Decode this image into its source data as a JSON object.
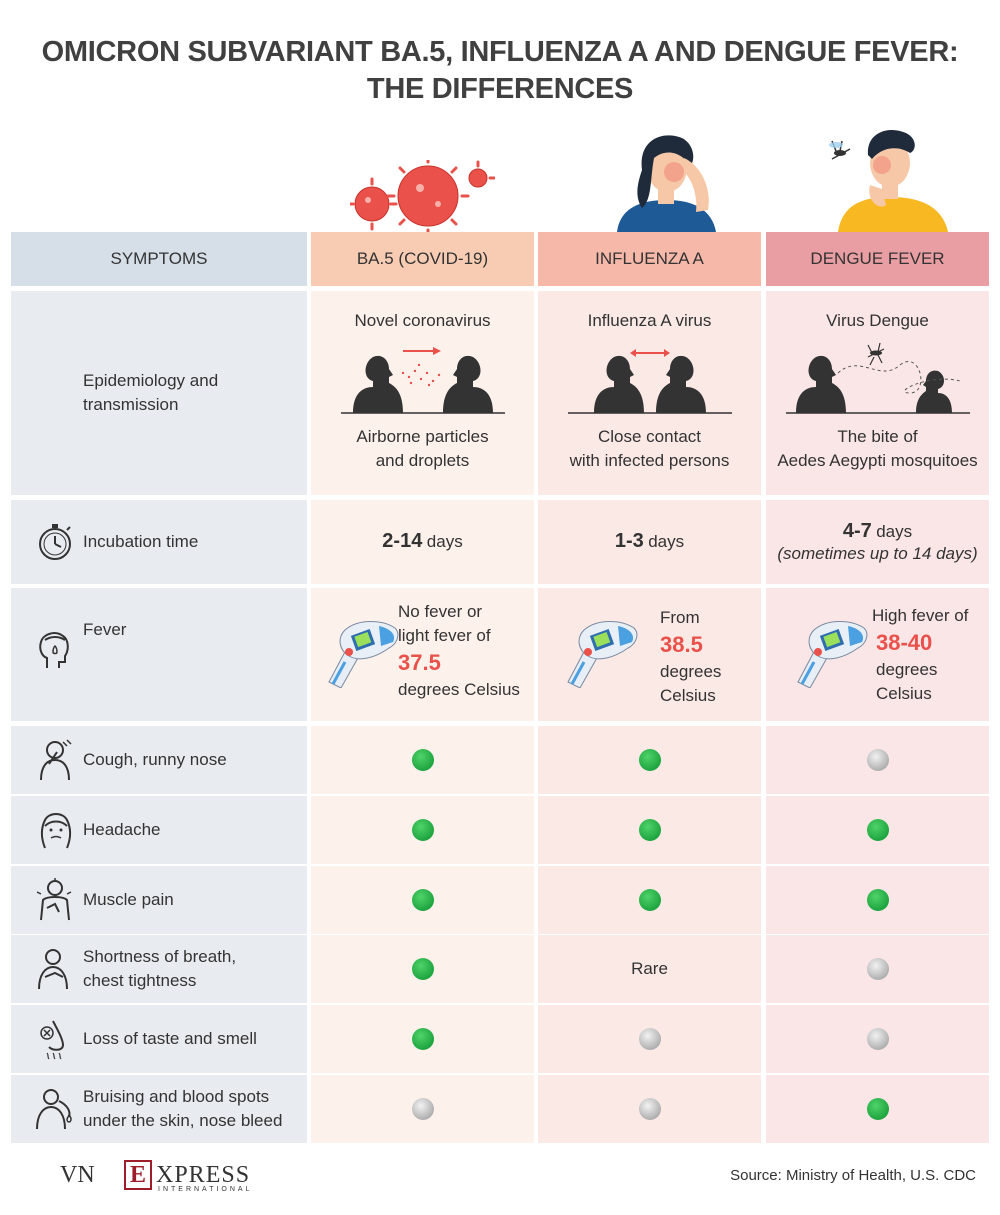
{
  "title_line1": "OMICRON SUBVARIANT BA.5, INFLUENZA A AND DENGUE FEVER:",
  "title_line2": "THE DIFFERENCES",
  "headers": {
    "symptoms": "SYMPTOMS",
    "col1": "BA.5 (COVID-19)",
    "col2": "INFLUENZA A",
    "col3": "DENGUE FEVER"
  },
  "colors": {
    "present": "#1fa540",
    "absent": "#a7a7a7",
    "highlight": "#e9514a"
  },
  "epidemiology": {
    "label_line1": "Epidemiology and",
    "label_line2": "transmission",
    "col1": {
      "agent": "Novel coronavirus",
      "mode_line1": "Airborne particles",
      "mode_line2": "and droplets"
    },
    "col2": {
      "agent": "Influenza A virus",
      "mode_line1": "Close contact",
      "mode_line2": "with infected persons"
    },
    "col3": {
      "agent": "Virus Dengue",
      "mode_line1": "The bite of",
      "mode_line2": "Aedes Aegypti mosquitoes"
    }
  },
  "incubation": {
    "label": "Incubation time",
    "icon": "stopwatch-icon",
    "col1": {
      "value": "2-14",
      "unit": "days"
    },
    "col2": {
      "value": "1-3",
      "unit": "days"
    },
    "col3": {
      "value": "4-7",
      "unit": "days",
      "note": "(sometimes up to 14 days)"
    }
  },
  "fever": {
    "label": "Fever",
    "icon": "fever-face-icon",
    "col1": {
      "line1": "No fever or",
      "line2": "light fever of",
      "value": "37.5",
      "line3": "degrees Celsius"
    },
    "col2": {
      "line1": "From",
      "value": "38.5",
      "line2": "degrees",
      "line3": "Celsius"
    },
    "col3": {
      "line1": "High fever of",
      "value": "38-40",
      "line2": "degrees",
      "line3": "Celsius"
    }
  },
  "rows": [
    {
      "label_line1": "Cough, runny nose",
      "label_line2": "",
      "icon": "cough-icon",
      "col1": "present",
      "col2": "present",
      "col3": "absent"
    },
    {
      "label_line1": "Headache",
      "label_line2": "",
      "icon": "headache-icon",
      "col1": "present",
      "col2": "present",
      "col3": "present"
    },
    {
      "label_line1": "Muscle pain",
      "label_line2": "",
      "icon": "muscle-pain-icon",
      "col1": "present",
      "col2": "present",
      "col3": "present"
    },
    {
      "label_line1": "Shortness of breath,",
      "label_line2": "chest tightness",
      "icon": "chest-pain-icon",
      "col1": "present",
      "col2": "Rare",
      "col3": "absent"
    },
    {
      "label_line1": "Loss of taste and smell",
      "label_line2": "",
      "icon": "nose-icon",
      "col1": "present",
      "col2": "absent",
      "col3": "absent"
    },
    {
      "label_line1": "Bruising and blood spots",
      "label_line2": "under the skin, nose bleed",
      "icon": "nosebleed-icon",
      "col1": "absent",
      "col2": "absent",
      "col3": "present"
    }
  ],
  "logo": {
    "vn": "VN",
    "e": "E",
    "xpress": "XPRESS",
    "international": "INTERNATIONAL"
  },
  "source": "Source: Ministry of Health, U.S. CDC"
}
